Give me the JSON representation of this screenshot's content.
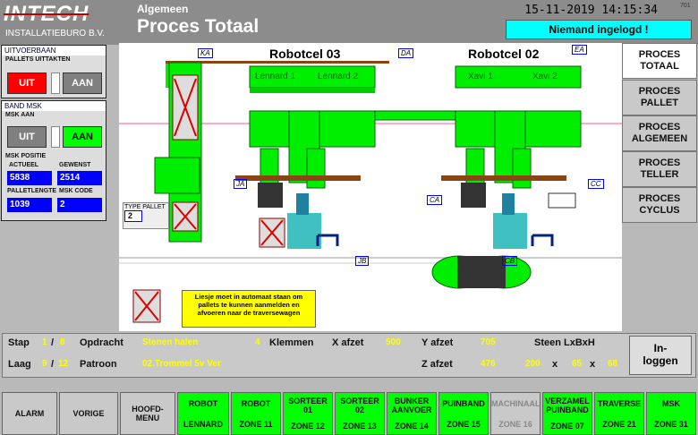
{
  "header": {
    "logo": "INTECH",
    "company": "INSTALLATIEBURO B.V.",
    "section": "Algemeen",
    "title": "Proces Totaal",
    "datetime": "15-11-2019 14:15:34",
    "version": "701",
    "login_status": "Niemand ingelogd !"
  },
  "left_panel": {
    "uitvoerbaan": "UITVOERBAAN",
    "pallets_uittakten": "PALLETS UITTAKTEN",
    "uit": "UIT",
    "aan": "AAN",
    "band_msk": "BAND MSK",
    "msk_aan": "MSK AAN",
    "uit2": "UIT",
    "aan2": "AAN",
    "msk_positie": "MSK POSITIE",
    "actueel_label": "ACTUEEL",
    "actueel": "5838",
    "gewenst_label": "GEWENST",
    "gewenst": "2514",
    "palletlengte_label": "PALLETLENGTE",
    "palletlengte": "1039",
    "msk_code_label": "MSK CODE",
    "msk_code": "2"
  },
  "process": {
    "robotcel_03": "Robotcel 03",
    "robotcel_02": "Robotcel 02",
    "lennard1": "Lennard 1",
    "lennard2": "Lennard 2",
    "xavi1": "Xavi 1",
    "xavi2": "Xavi 2",
    "tags": [
      "KA",
      "DA",
      "EA",
      "JA",
      "CA",
      "CC",
      "JB",
      "CB"
    ],
    "type_pallet_label": "TYPE PALLET",
    "type_pallet": "2",
    "note": "Liesje moet in automaat staan om pallets te kunnen aanmelden en afvoeren naar de  traversewagen"
  },
  "tabs": [
    {
      "label": "PROCES TOTAAL"
    },
    {
      "label": "PROCES PALLET"
    },
    {
      "label": "PROCES ALGEMEEN"
    },
    {
      "label": "PROCES TELLER"
    },
    {
      "label": "PROCES CYCLUS"
    }
  ],
  "status": {
    "stap_label": "Stap",
    "stap": "1",
    "stap_total": "8",
    "laag_label": "Laag",
    "laag": "9",
    "laag_total": "12",
    "opdracht_label": "Opdracht",
    "opdracht": "Stenen halen",
    "klemmen_count": "4",
    "klemmen_label": "Klemmen",
    "patroon_label": "Patroon",
    "patroon": "02.Trommel 5v Ver",
    "x_afzet_label": "X afzet",
    "x_afzet": "500",
    "y_afzet_label": "Y afzet",
    "y_afzet": "705",
    "z_afzet_label": "Z afzet",
    "z_afzet": "476",
    "steen_label": "Steen LxBxH",
    "steen_l": "200",
    "steen_b": "65",
    "steen_h": "68",
    "x": "x",
    "inloggen": "In-\nloggen"
  },
  "bottom": [
    {
      "l1": "ALARM",
      "l2": ""
    },
    {
      "l1": "VORIGE",
      "l2": ""
    },
    {
      "l1": "HOOFD-MENU",
      "l2": ""
    },
    {
      "l1": "ROBOT",
      "l2": "LENNARD"
    },
    {
      "l1": "ROBOT",
      "l2": "ZONE 11"
    },
    {
      "l1": "SORTEER 01",
      "l2": "ZONE 12"
    },
    {
      "l1": "SORTEER 02",
      "l2": "ZONE 13"
    },
    {
      "l1": "BUNKER AANVOER",
      "l2": "ZONE 14"
    },
    {
      "l1": "PUINBAND",
      "l2": "ZONE 15"
    },
    {
      "l1": "MACHINAAL",
      "l2": "ZONE 16"
    },
    {
      "l1": "VERZAMEL PUINBAND",
      "l2": "ZONE 07"
    },
    {
      "l1": "TRAVERSE",
      "l2": "ZONE 21"
    },
    {
      "l1": "MSK",
      "l2": "ZONE 31"
    }
  ]
}
